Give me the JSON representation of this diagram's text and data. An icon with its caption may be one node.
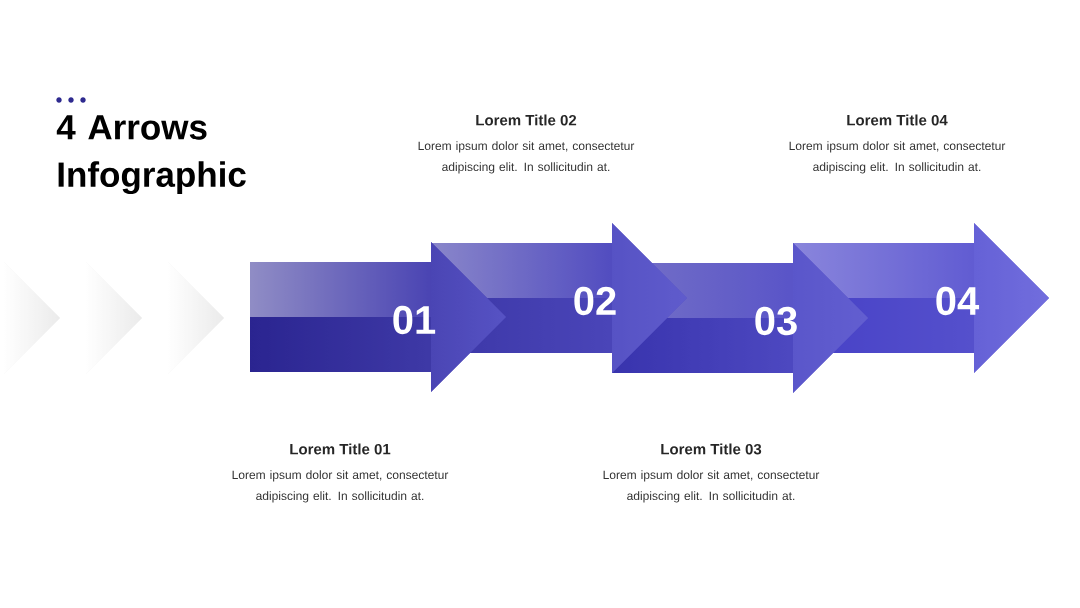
{
  "diagram": {
    "title": "4 Arrows Infographic",
    "nodes": [
      {
        "text": [
          "01"
        ],
        "beside": [
          "Lorem Title 01",
          "Lorem ipsum dolor sit amet, consectetur adipiscing elit. In sollicitudin at."
        ]
      },
      {
        "text": [
          "02"
        ],
        "beside": [
          "Lorem Title 02",
          "Lorem ipsum dolor sit amet, consectetur adipiscing elit. In sollicitudin at."
        ]
      },
      {
        "text": [
          "03"
        ],
        "beside": [
          "Lorem Title 03",
          "Lorem ipsum dolor sit amet, consectetur adipiscing elit. In sollicitudin at."
        ]
      },
      {
        "text": [
          "04"
        ],
        "beside": [
          "Lorem Title 04",
          "Lorem ipsum dolor sit amet, consectetur adipiscing elit. In sollicitudin at."
        ]
      }
    ]
  }
}
